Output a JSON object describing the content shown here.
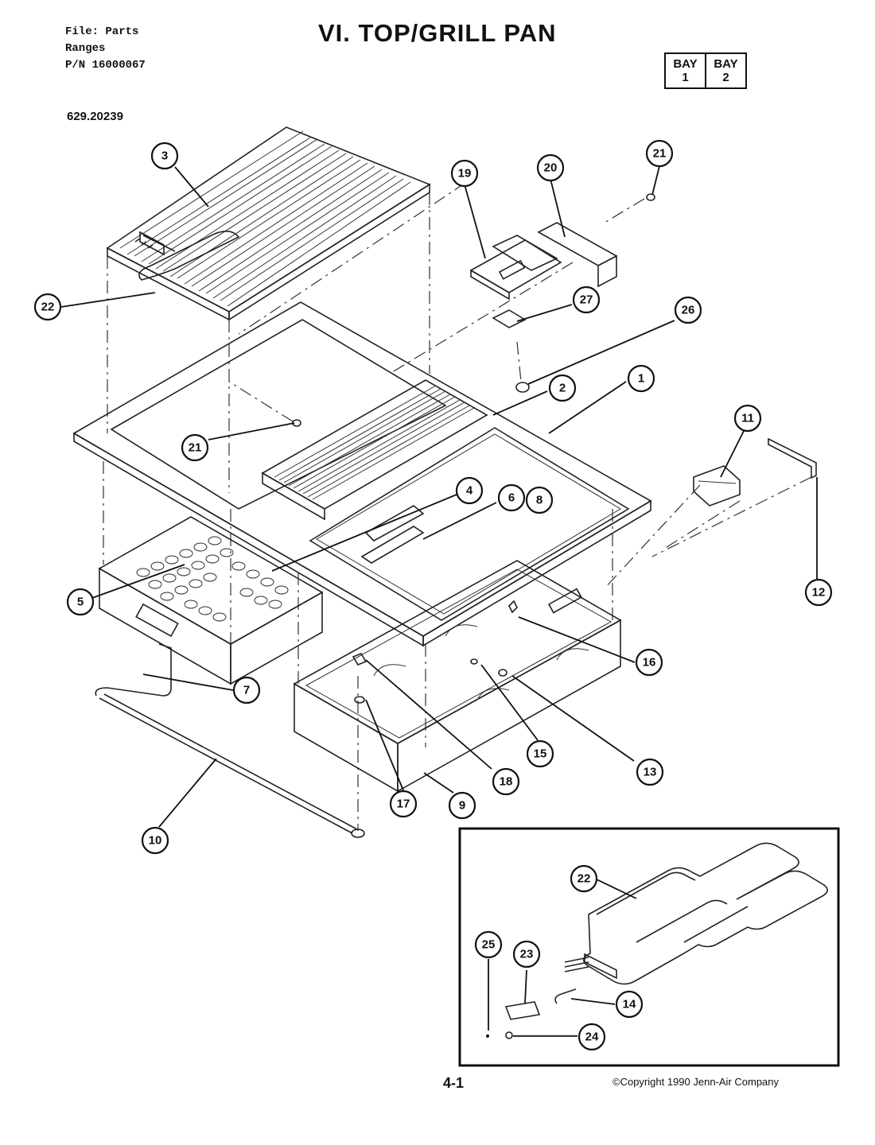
{
  "header": {
    "file_line": "File: Parts",
    "ranges_line": "Ranges",
    "pn_line": "P/N 16000067"
  },
  "title": "VI. TOP/GRILL PAN",
  "bay": {
    "cell1_top": "BAY",
    "cell1_bottom": "1",
    "cell2_top": "BAY",
    "cell2_bottom": "2"
  },
  "model_number": "629.20239",
  "callouts": {
    "c1": "1",
    "c2": "2",
    "c3": "3",
    "c4": "4",
    "c5": "5",
    "c6": "6",
    "c7": "7",
    "c8": "8",
    "c9": "9",
    "c10": "10",
    "c11": "11",
    "c12": "12",
    "c13": "13",
    "c14": "14",
    "c15": "15",
    "c16": "16",
    "c17": "17",
    "c18": "18",
    "c19": "19",
    "c20": "20",
    "c21a": "21",
    "c21b": "21",
    "c22a": "22",
    "c22b": "22",
    "c23": "23",
    "c24": "24",
    "c25": "25",
    "c26": "26",
    "c27": "27"
  },
  "footer": {
    "page": "4-1",
    "copyright": "©Copyright 1990 Jenn-Air Company"
  }
}
